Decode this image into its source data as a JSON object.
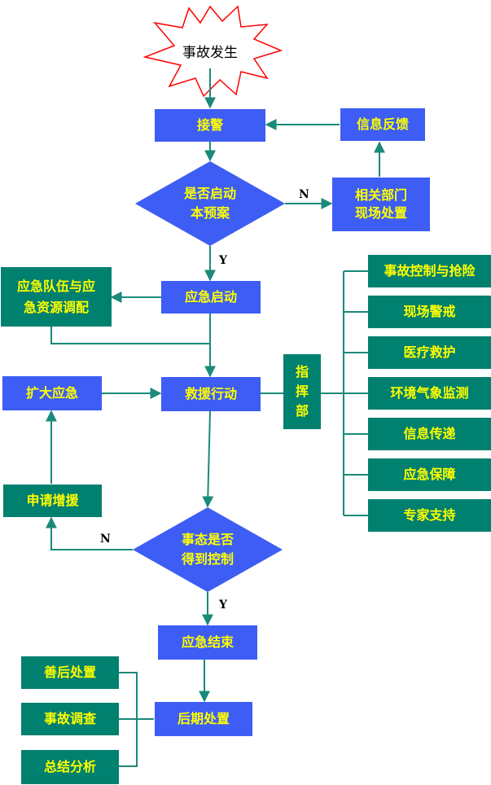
{
  "nodes": {
    "start": "事故发生",
    "receive_alarm": "接警",
    "feedback": "信息反馈",
    "decision_activate": "是否启动\n本预案",
    "related_depts": "相关部门\n现场处置",
    "dispatch": "应急队伍与应\n急资源调配",
    "emergency_start": "应急启动",
    "expand": "扩大应急",
    "rescue": "救援行动",
    "command": "指\n挥\n部",
    "request_support": "申请增援",
    "decision_controlled": "事态是否\n得到控制",
    "emergency_end": "应急结束",
    "aftermath": "后期处置",
    "aftermath_items": [
      "善后处置",
      "事故调查",
      "总结分析"
    ],
    "command_items": [
      "事故控制与抢险",
      "现场警戒",
      "医疗救护",
      "环境气象监测",
      "信息传递",
      "应急保障",
      "专家支持"
    ]
  },
  "edge_labels": {
    "no1": "N",
    "yes1": "Y",
    "no2": "N",
    "yes2": "Y"
  },
  "colors": {
    "blue": "#3d5df5",
    "teal": "#00806e",
    "text": "#ffff00",
    "arrow": "#1a8a7a",
    "star_stroke": "#ff0000"
  }
}
